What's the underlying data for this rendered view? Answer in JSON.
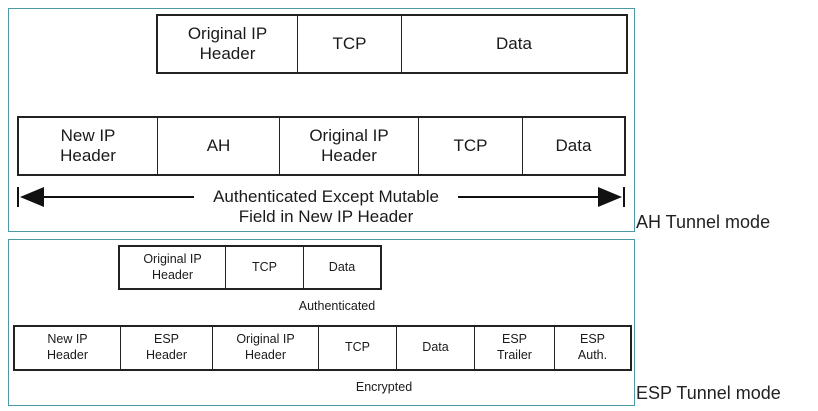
{
  "ah": {
    "caption": "AH Tunnel mode",
    "original_row": [
      "Original IP\nHeader",
      "TCP",
      "Data"
    ],
    "new_row": [
      "New IP\nHeader",
      "AH",
      "Original IP\nHeader",
      "TCP",
      "Data"
    ],
    "arrow_label": "Authenticated Except Mutable\nField in New IP Header"
  },
  "esp": {
    "caption": "ESP Tunnel mode",
    "original_row": [
      "Original IP\nHeader",
      "TCP",
      "Data"
    ],
    "auth_label": "Authenticated",
    "new_row": [
      "New IP\nHeader",
      "ESP\nHeader",
      "Original IP\nHeader",
      "TCP",
      "Data",
      "ESP\nTrailer",
      "ESP\nAuth."
    ],
    "enc_label": "Encrypted"
  }
}
